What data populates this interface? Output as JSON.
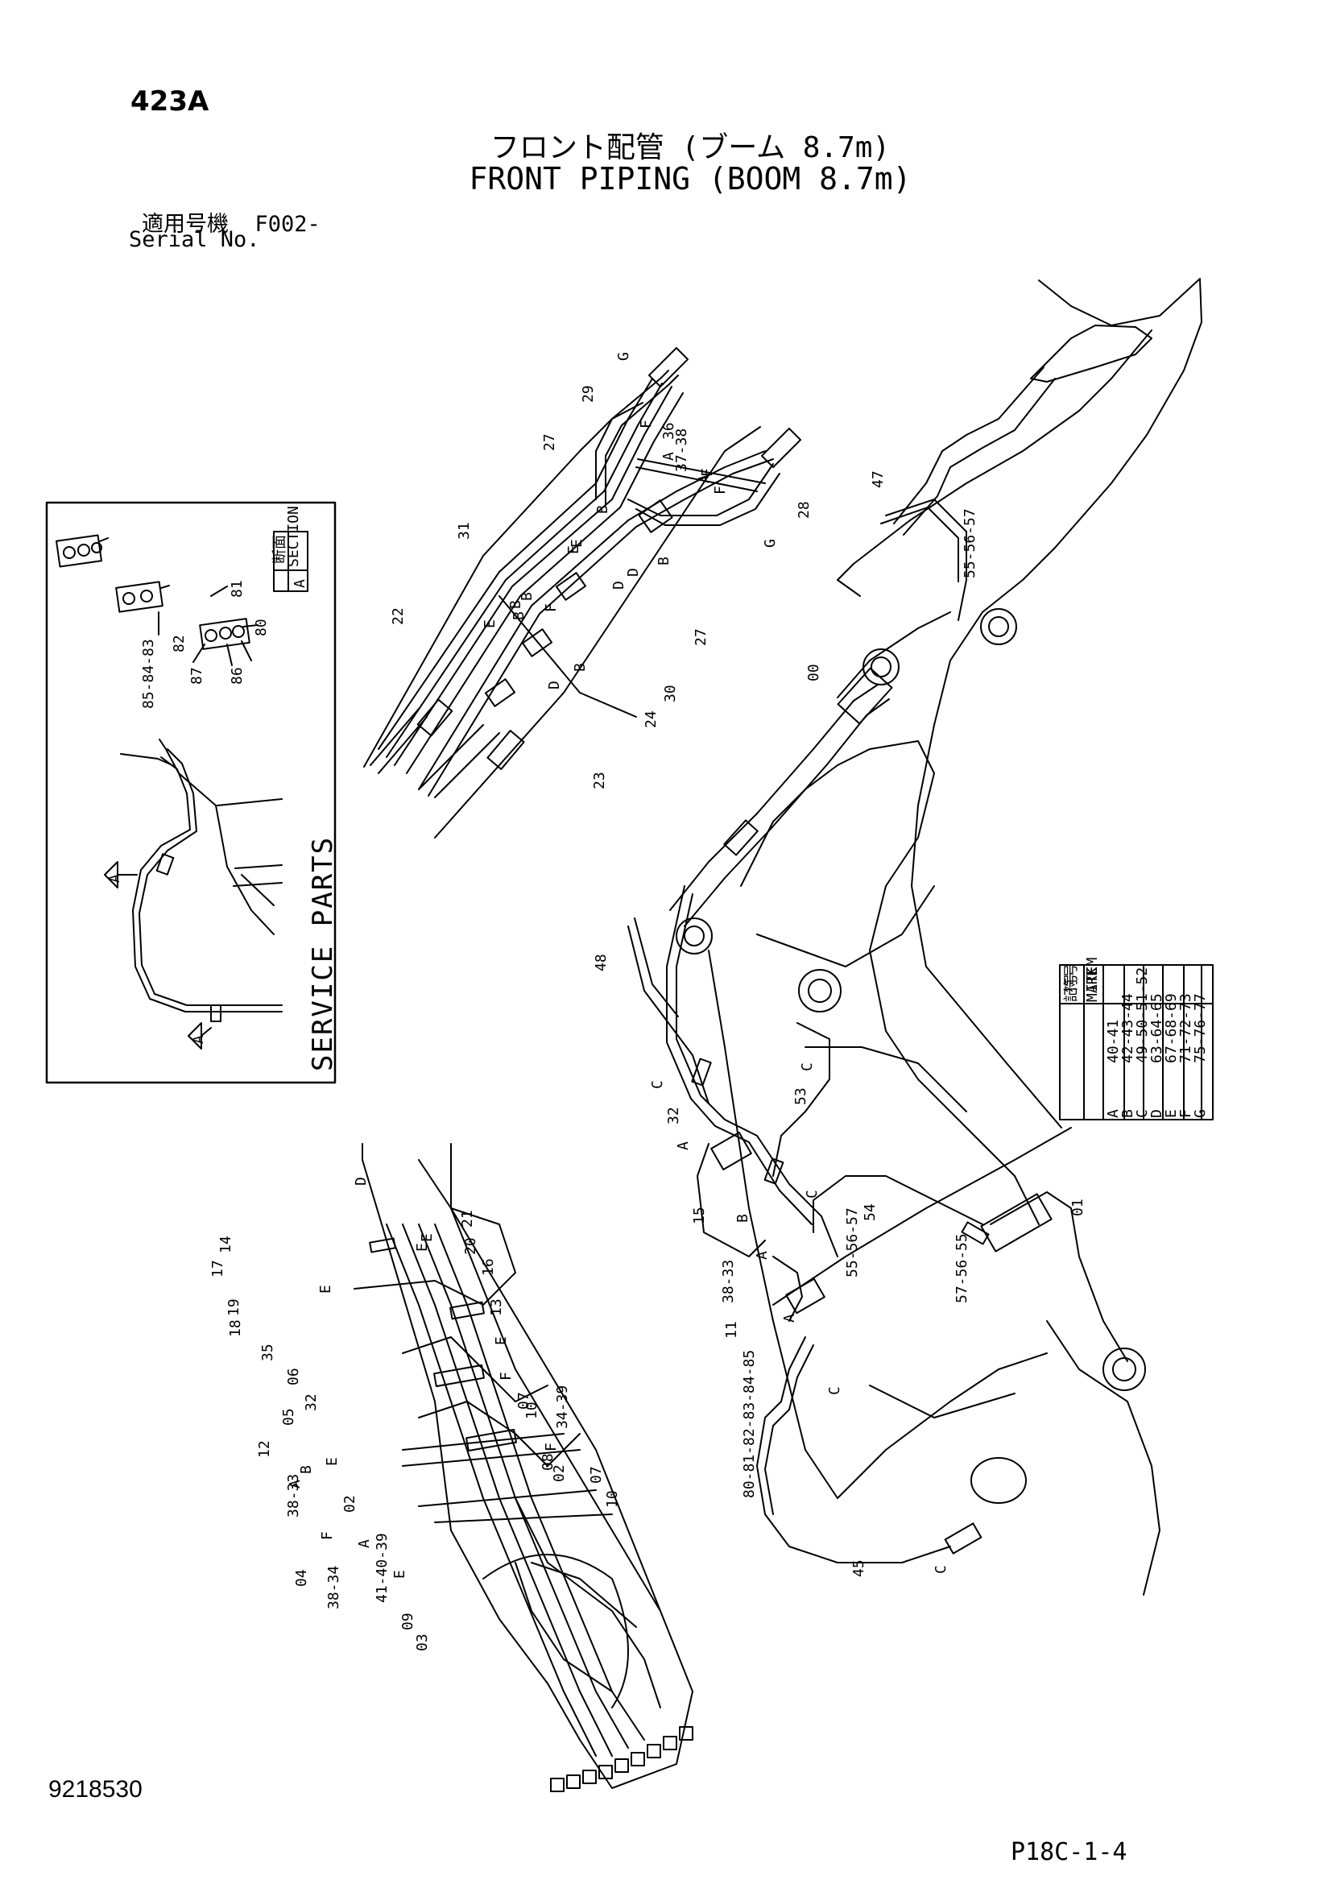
{
  "header": {
    "page_id": "423A",
    "title_ja": "フロント配管 (ブーム 8.7m)",
    "title_en": "FRONT PIPING (BOOM 8.7m)",
    "serial_label_ja": "適用号機",
    "serial_value": "F002-",
    "serial_label_en": "Serial No."
  },
  "inset": {
    "title": "SERVICE PARTS",
    "section_label_ja": "断面",
    "section_label_en": "SECTION",
    "section_value": "A",
    "labels": [
      "81",
      "80",
      "86",
      "87",
      "82",
      "85-84-83",
      "A",
      "A"
    ]
  },
  "mark_table": {
    "header_mark_ja": "記号",
    "header_mark_en": "MARK",
    "header_item_ja": "符号",
    "header_item_en": "ITEM",
    "rows": [
      {
        "mark": "A",
        "item": "40-41"
      },
      {
        "mark": "B",
        "item": "42-43-44"
      },
      {
        "mark": "C",
        "item": "49-50-51-52"
      },
      {
        "mark": "D",
        "item": "63-64-65"
      },
      {
        "mark": "E",
        "item": "67-68-69"
      },
      {
        "mark": "F",
        "item": "71-72-73"
      },
      {
        "mark": "G",
        "item": "75-76-77"
      }
    ]
  },
  "callouts_upper": [
    "G",
    "29",
    "F",
    "36",
    "37-38",
    "A",
    "27",
    "F",
    "A",
    "B",
    "F",
    "E",
    "D",
    "G",
    "28",
    "B",
    "31",
    "E",
    "B",
    "F",
    "D",
    "27",
    "22",
    "E",
    "B",
    "B",
    "D",
    "B",
    "24",
    "30",
    "23"
  ],
  "callouts_boom": [
    "47",
    "55-56-57",
    "00",
    "48",
    "C",
    "C",
    "53",
    "32",
    "A",
    "C",
    "15",
    "B",
    "A",
    "01",
    "54",
    "38-33",
    "11",
    "A",
    "55-56-57",
    "57-56-55",
    "C",
    "80-81-82-83-84-85",
    "45",
    "C"
  ],
  "callouts_lower": [
    "D",
    "E",
    "21",
    "E",
    "20",
    "16",
    "14",
    "17",
    "E",
    "19",
    "18",
    "35",
    "06",
    "13",
    "E",
    "32",
    "F",
    "07",
    "10",
    "05",
    "34-39",
    "12",
    "B",
    "E",
    "A",
    "F",
    "08",
    "02",
    "07",
    "10",
    "38-33",
    "02",
    "F",
    "04",
    "A",
    "38-34",
    "41-40-39",
    "E",
    "09",
    "03"
  ],
  "footer": {
    "doc_number": "9218530",
    "page_code": "P18C-1-4"
  }
}
